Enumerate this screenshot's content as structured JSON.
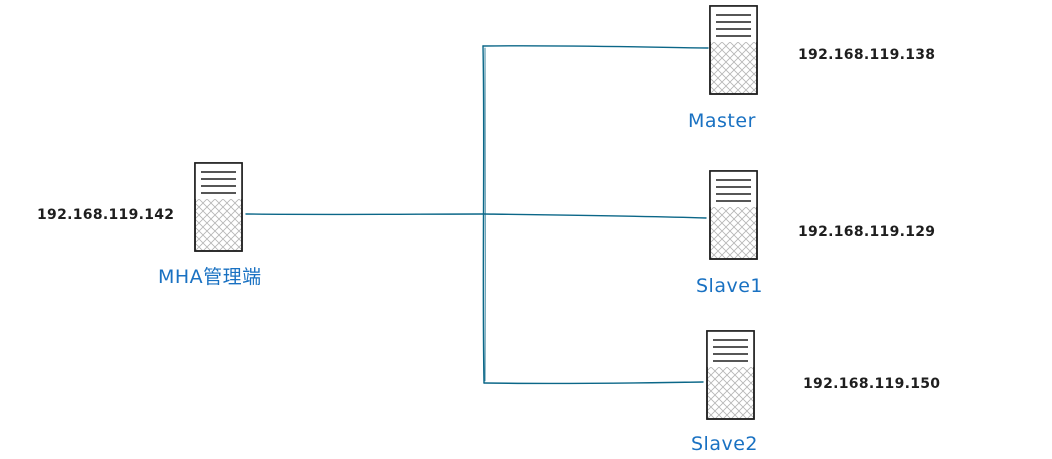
{
  "diagram": {
    "line_color": "#0b6788",
    "server_stroke": "#1e1e1e",
    "label_color": "#1971c2",
    "nodes": {
      "manager": {
        "name": "MHA管理端",
        "ip": "192.168.119.142",
        "icon": "server-icon"
      },
      "master": {
        "name": "Master",
        "ip": "192.168.119.138",
        "icon": "server-icon"
      },
      "slave1": {
        "name": "Slave1",
        "ip": "192.168.119.129",
        "icon": "server-icon"
      },
      "slave2": {
        "name": "Slave2",
        "ip": "192.168.119.150",
        "icon": "server-icon"
      }
    }
  }
}
